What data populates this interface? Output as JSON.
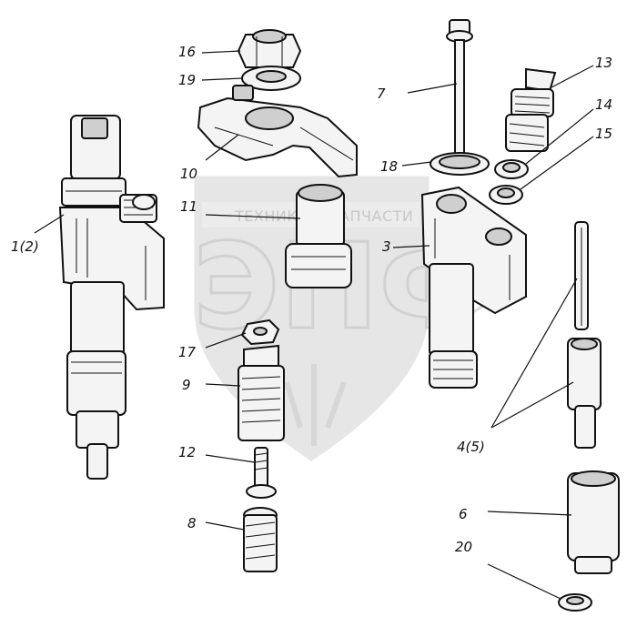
{
  "watermark": {
    "banner_text": "ТЕХНИКА И ЗАПЧАСТИ",
    "logo_letters": "ЭПФ"
  },
  "labels": {
    "p16": "16",
    "p19": "19",
    "p7": "7",
    "p13": "13",
    "p14": "14",
    "p15": "15",
    "p18": "18",
    "p10": "10",
    "p11": "11",
    "p1": "1(2)",
    "p3": "3",
    "p17": "17",
    "p9": "9",
    "p12": "12",
    "p8": "8",
    "p45": "4(5)",
    "p6": "6",
    "p20": "20"
  }
}
